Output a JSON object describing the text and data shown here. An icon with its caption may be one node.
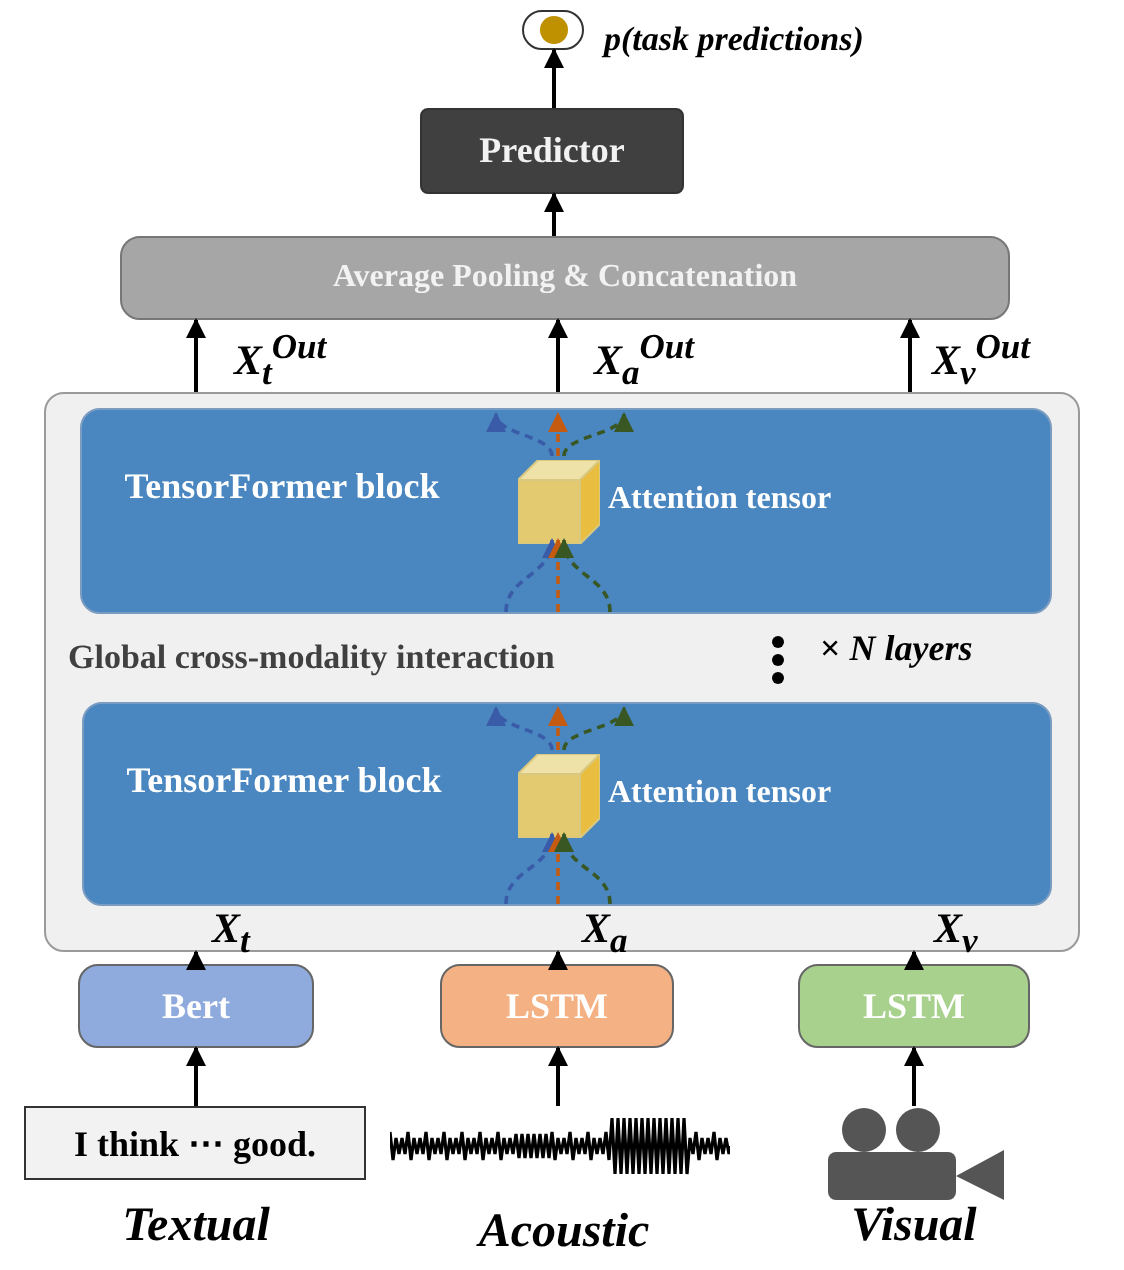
{
  "diagram": {
    "nodes": [
      {
        "text": [],
        "shape": "circle",
        "beside": [
          "p(task predictions)"
        ]
      },
      {
        "text": [
          "Predictor"
        ]
      },
      {
        "text": [
          "Average Pooling & Concatenation"
        ]
      },
      {
        "text": [
          "Global cross-modality interaction"
        ]
      },
      {
        "text": [
          "TensorFormer block"
        ],
        "in": 3
      },
      {
        "text": [],
        "shape": "box",
        "in": 4,
        "beside": [
          "Attention tensor"
        ]
      },
      {
        "text": [
          "TensorFormer block"
        ],
        "in": 3
      },
      {
        "text": [],
        "shape": "box",
        "in": 6,
        "beside": [
          "Attention tensor"
        ]
      },
      {
        "text": [
          "Bert"
        ]
      },
      {
        "text": [
          "LSTM"
        ]
      },
      {
        "text": [
          "LSTM"
        ]
      },
      {
        "text": [
          "I think ⋯ good."
        ]
      },
      {
        "text": [],
        "shape": "picture"
      },
      {
        "text": [],
        "shape": "picture"
      }
    ],
    "edges": [
      {
        "from": 1,
        "to": 0,
        "arrow": "to"
      },
      {
        "from": 2,
        "to": 1,
        "arrow": "to"
      },
      {
        "from": 3,
        "to": 2,
        "arrow": "to",
        "label": "X$_{t}$$^{Out}$"
      },
      {
        "from": 3,
        "to": 2,
        "arrow": "to",
        "label": "X$_{a}$$^{Out}$"
      },
      {
        "from": 3,
        "to": 2,
        "arrow": "to",
        "label": "X$_{v}$$^{Out}$"
      },
      {
        "from": null,
        "to": 5,
        "arrow": "to",
        "style": "dashed",
        "color": "#3a5ca8"
      },
      {
        "from": null,
        "to": 5,
        "arrow": "to",
        "style": "dashed",
        "color": "#c55a11"
      },
      {
        "from": null,
        "to": 5,
        "arrow": "to",
        "style": "dashed",
        "color": "#385723"
      },
      {
        "from": 5,
        "to": null,
        "arrow": "to",
        "style": "dashed",
        "color": "#3a5ca8"
      },
      {
        "from": 5,
        "to": null,
        "arrow": "to",
        "style": "dashed",
        "color": "#c55a11"
      },
      {
        "from": 5,
        "to": null,
        "arrow": "to",
        "style": "dashed",
        "color": "#385723"
      },
      {
        "from": null,
        "to": 7,
        "arrow": "to",
        "style": "dashed",
        "color": "#3a5ca8"
      },
      {
        "from": null,
        "to": 7,
        "arrow": "to",
        "style": "dashed",
        "color": "#c55a11"
      },
      {
        "from": null,
        "to": 7,
        "arrow": "to",
        "style": "dashed",
        "color": "#385723"
      },
      {
        "from": 7,
        "to": null,
        "arrow": "to",
        "style": "dashed",
        "color": "#3a5ca8"
      },
      {
        "from": 7,
        "to": null,
        "arrow": "to",
        "style": "dashed",
        "color": "#c55a11"
      },
      {
        "from": 7,
        "to": null,
        "arrow": "to",
        "style": "dashed",
        "color": "#385723"
      },
      {
        "from": 8,
        "to": 3,
        "arrow": "to",
        "label": "X$_{t}$"
      },
      {
        "from": 9,
        "to": 3,
        "arrow": "to",
        "label": "X$_{a}$"
      },
      {
        "from": 10,
        "to": 3,
        "arrow": "to",
        "label": "X$_{v}$"
      },
      {
        "from": 11,
        "to": 8,
        "arrow": "to"
      },
      {
        "from": 12,
        "to": 9,
        "arrow": "to"
      },
      {
        "from": 13,
        "to": 10,
        "arrow": "to"
      }
    ],
    "labels": [
      "× *N layers*",
      "Textual",
      "Acoustic",
      "Visual"
    ]
  }
}
